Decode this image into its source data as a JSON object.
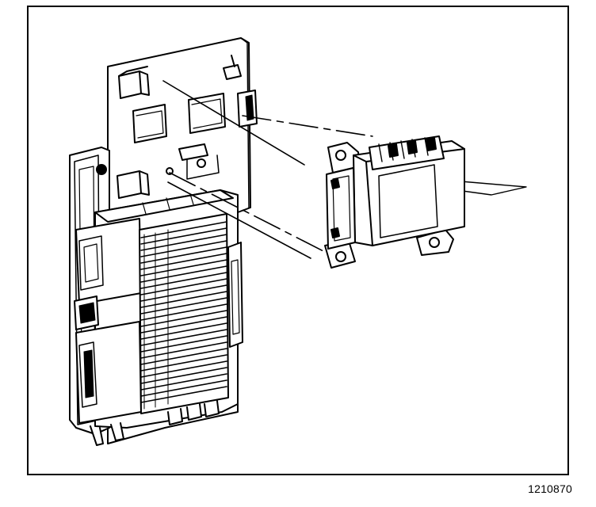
{
  "figure": {
    "number": "1210870",
    "ink_color": "#000000",
    "paper_color": "#ffffff"
  },
  "parts": {
    "mounting_bracket": "mounting-bracket",
    "control_module": "control-module",
    "inflatable_restraint_module": "sensing-module",
    "module_connector": "connector"
  }
}
